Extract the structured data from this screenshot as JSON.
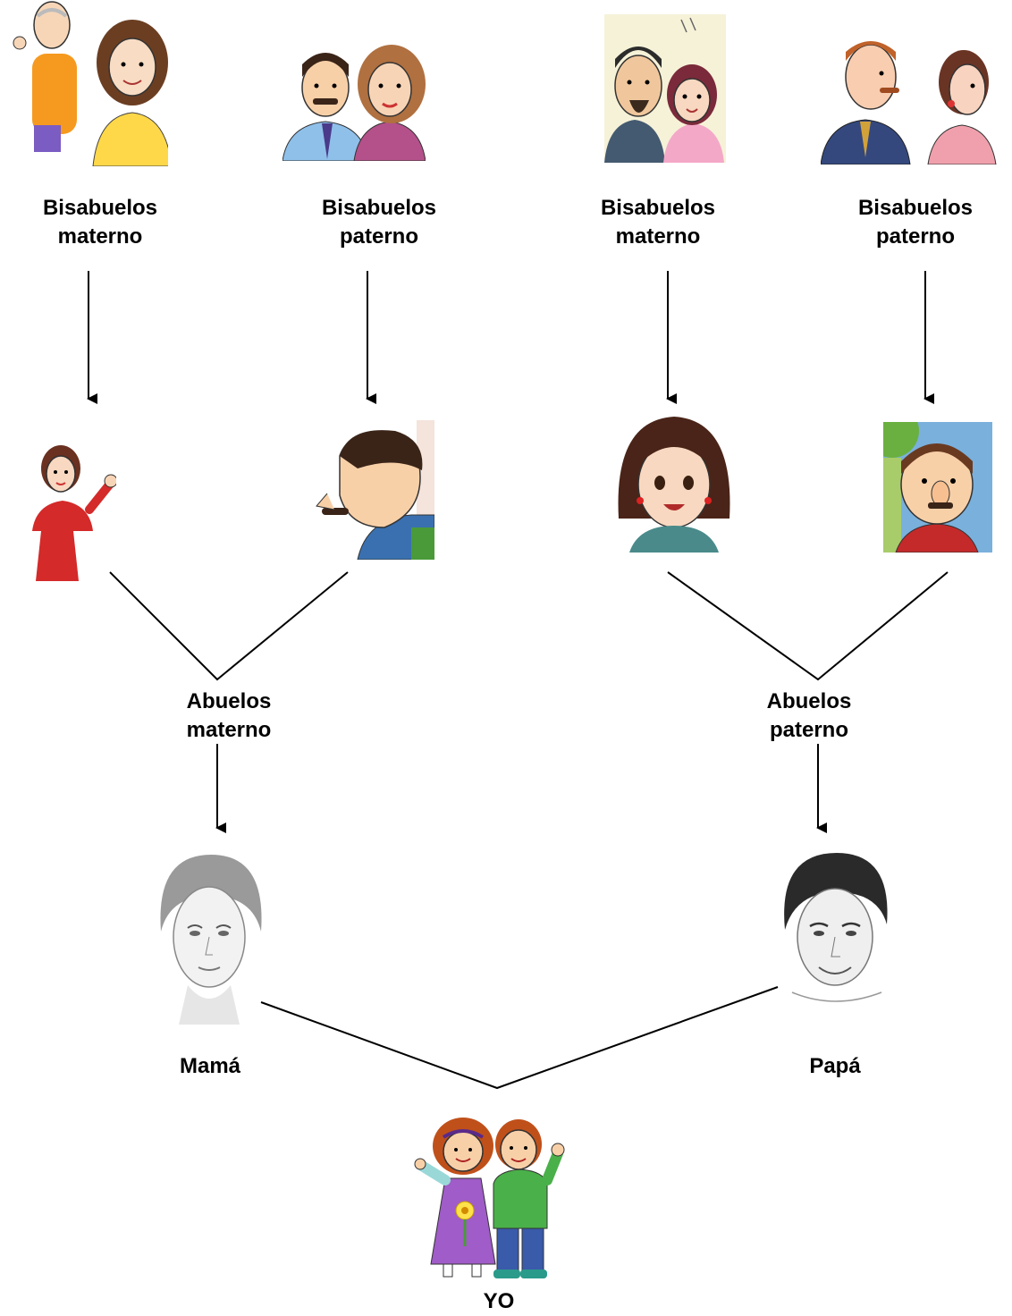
{
  "tree": {
    "great_grandparents": [
      {
        "line1": "Bisabuelos",
        "line2": "materno"
      },
      {
        "line1": "Bisabuelos",
        "line2": "paterno"
      },
      {
        "line1": "Bisabuelos",
        "line2": "materno"
      },
      {
        "line1": "Bisabuelos",
        "line2": "paterno"
      }
    ],
    "grandparents": [
      {
        "line1": "Abuelos",
        "line2": "materno"
      },
      {
        "line1": "Abuelos",
        "line2": "paterno"
      }
    ],
    "parents": {
      "mother": "Mamá",
      "father": "Papá"
    },
    "me": "YO"
  }
}
